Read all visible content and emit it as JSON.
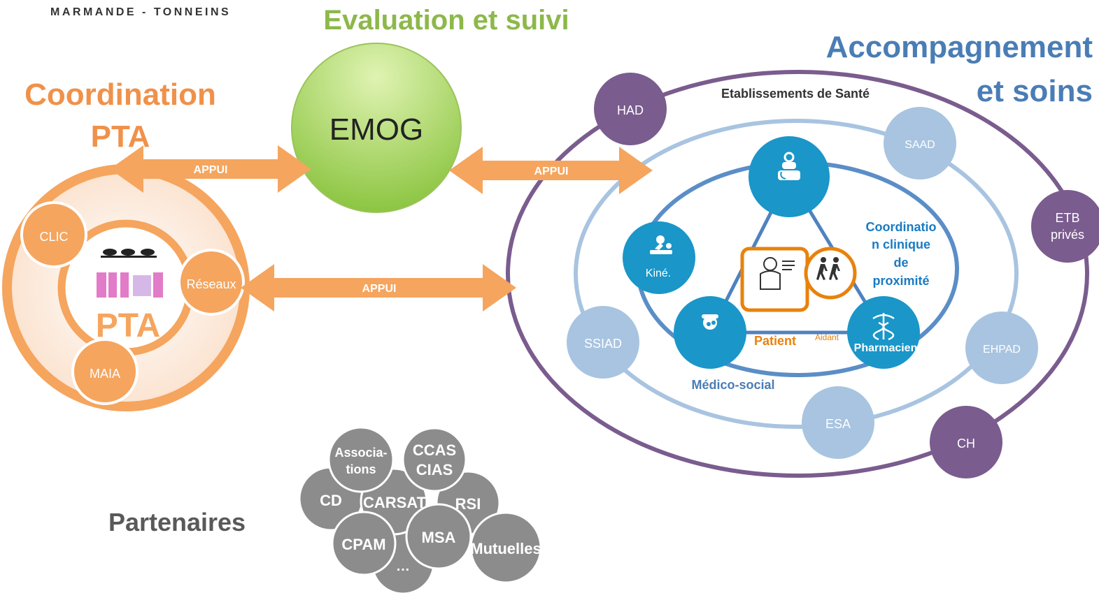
{
  "header": {
    "logo_text": "MARMANDE - TONNEINS",
    "evaluation_title": "Evaluation et suivi",
    "accompagnement_line1": "Accompagnement",
    "accompagnement_line2": "et soins"
  },
  "coordination": {
    "title_line1": "Coordination",
    "title_line2": "PTA",
    "center_label": "PTA",
    "nodes": {
      "clic": "CLIC",
      "reseaux": "Réseaux",
      "maia": "MAIA"
    }
  },
  "emog": {
    "label": "EMOG"
  },
  "arrows": {
    "appui_1": "APPUI",
    "appui_2": "APPUI",
    "appui_3": "APPUI"
  },
  "soins": {
    "etablissements": "Etablissements de Santé",
    "outer_nodes": {
      "had": "HAD",
      "etb_line1": "ETB",
      "etb_line2": "privés",
      "ch": "CH"
    },
    "middle_nodes": {
      "saad": "SAAD",
      "ssiad": "SSIAD",
      "ehpad": "EHPAD",
      "esa": "ESA"
    },
    "inner_nodes": {
      "kine": "Kiné.",
      "pharmacien": "Pharmacien"
    },
    "coordination_line1": "Coordinatio",
    "coordination_line2": "n clinique",
    "coordination_line3": "de",
    "coordination_line4": "proximité",
    "patient": "Patient",
    "aidant": "Aidant",
    "medico_social": "Médico-social"
  },
  "partenaires": {
    "title": "Partenaires",
    "bubbles": {
      "associations_line1": "Associa-",
      "associations_line2": "tions",
      "ccas_line1": "CCAS",
      "ccas_line2": "CIAS",
      "cd": "CD",
      "carsat": "CARSAT",
      "rsi": "RSI",
      "cpam": "CPAM",
      "msa": "MSA",
      "mutuelles": "Mutuelles",
      "etc": "…"
    }
  },
  "colors": {
    "orange": "#F4A460",
    "orange_text": "#F0914A",
    "green": "#8DB84A",
    "blue_title": "#4A7DB5",
    "purple": "#7A5C8E",
    "light_blue": "#A8C4E0",
    "teal": "#1A96C8",
    "grey": "#8C8C8C",
    "patient_orange": "#E8820C"
  }
}
